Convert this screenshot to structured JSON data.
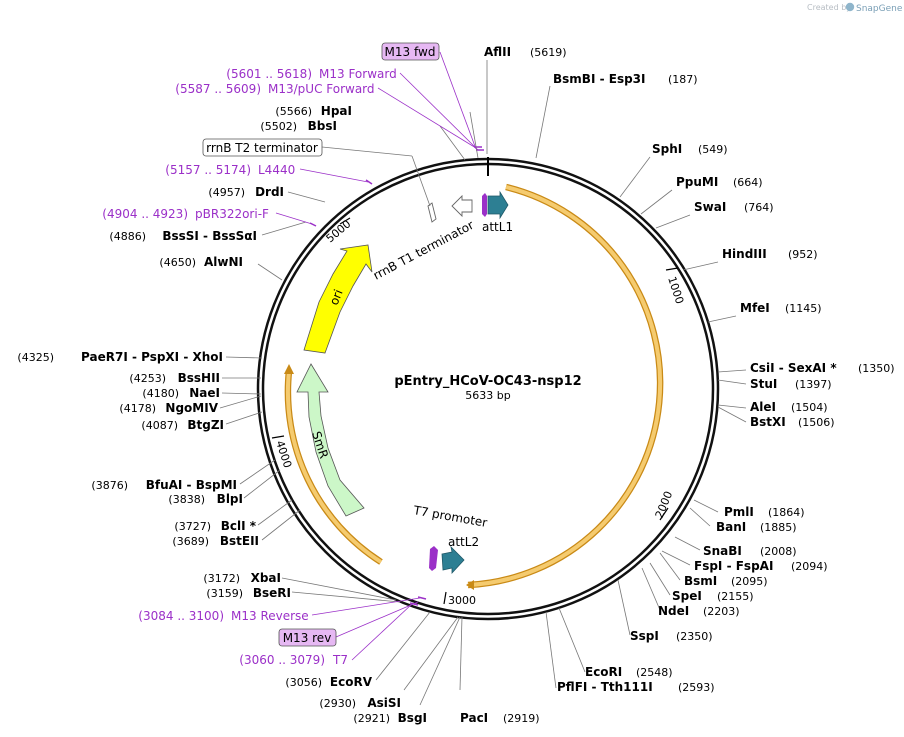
{
  "credit": {
    "created_by": "Created by",
    "brand": "SnapGene"
  },
  "plasmid": {
    "name": "pEntry_HCoV-OC43-nsp12",
    "size_label": "5633 bp"
  },
  "ticks": [
    "1000",
    "2000",
    "3000",
    "4000",
    "5000"
  ],
  "enzymes": [
    {
      "name": "AflII",
      "pos": "(5619)"
    },
    {
      "name": "BsmBI  - Esp3I",
      "pos": "(187)"
    },
    {
      "name": "SphI",
      "pos": "(549)"
    },
    {
      "name": "PpuMI",
      "pos": "(664)"
    },
    {
      "name": "SwaI",
      "pos": "(764)"
    },
    {
      "name": "HindIII",
      "pos": "(952)"
    },
    {
      "name": "MfeI",
      "pos": "(1145)"
    },
    {
      "name": "CsiI  - SexAI *",
      "pos": "(1350)"
    },
    {
      "name": "StuI",
      "pos": "(1397)"
    },
    {
      "name": "AleI",
      "pos": "(1504)"
    },
    {
      "name": "BstXI",
      "pos": "(1506)"
    },
    {
      "name": "PmlI",
      "pos": "(1864)"
    },
    {
      "name": "BanI",
      "pos": "(1885)"
    },
    {
      "name": "SnaBI",
      "pos": "(2008)"
    },
    {
      "name": "FspI  - FspAI",
      "pos": "(2094)"
    },
    {
      "name": "BsmI",
      "pos": "(2095)"
    },
    {
      "name": "SpeI",
      "pos": "(2155)"
    },
    {
      "name": "NdeI",
      "pos": "(2203)"
    },
    {
      "name": "SspI",
      "pos": "(2350)"
    },
    {
      "name": "EcoRI",
      "pos": "(2548)"
    },
    {
      "name": "PflFI  - Tth111I",
      "pos": "(2593)"
    },
    {
      "name": "PacI",
      "pos": "(2919)"
    },
    {
      "name": "BsgI",
      "pos": "(2921)"
    },
    {
      "name": "AsiSI",
      "pos": "(2930)"
    },
    {
      "name": "EcoRV",
      "pos": "(3056)"
    },
    {
      "name": "BseRI",
      "pos": "(3159)"
    },
    {
      "name": "XbaI",
      "pos": "(3172)"
    },
    {
      "name": "BstEII",
      "pos": "(3689)"
    },
    {
      "name": "BclI *",
      "pos": "(3727)"
    },
    {
      "name": "BlpI",
      "pos": "(3838)"
    },
    {
      "name": "BfuAI  - BspMI",
      "pos": "(3876)"
    },
    {
      "name": "BtgZI",
      "pos": "(4087)"
    },
    {
      "name": "NgoMIV",
      "pos": "(4178)"
    },
    {
      "name": "NaeI",
      "pos": "(4180)"
    },
    {
      "name": "BssHII",
      "pos": "(4253)"
    },
    {
      "name": "PaeR7I  - PspXI  - XhoI",
      "pos": "(4325)"
    },
    {
      "name": "AlwNI",
      "pos": "(4650)"
    },
    {
      "name": "BssSI  - BssSαI",
      "pos": "(4886)"
    },
    {
      "name": "DrdI",
      "pos": "(4957)"
    },
    {
      "name": "BbsI",
      "pos": "(5502)"
    },
    {
      "name": "HpaI",
      "pos": "(5566)"
    }
  ],
  "primer_sites": [
    {
      "range": "(5601 .. 5618)",
      "name": "M13 Forward"
    },
    {
      "range": "(5587 .. 5609)",
      "name": "M13/pUC Forward"
    },
    {
      "range": "(5157 .. 5174)",
      "name": "L4440"
    },
    {
      "range": "(4904 .. 4923)",
      "name": "pBR322ori-F"
    },
    {
      "range": "(3084 .. 3100)",
      "name": "M13 Reverse"
    },
    {
      "range": "(3060 .. 3079)",
      "name": "T7"
    }
  ],
  "boxed_labels": {
    "m13fwd": "M13 fwd",
    "m13rev": "M13 rev",
    "rrnbt2": "rrnB T2 terminator"
  },
  "features": {
    "attl1": "attL1",
    "attl2": "attL2",
    "rrnbt1": "rrnB T1 terminator",
    "t7promoter": "T7 promoter",
    "ori": "ori",
    "smr": "SmR"
  },
  "colors": {
    "backbone": "#111111",
    "orf_fill": "#f5cb6f",
    "orf_line": "#c98a16",
    "ori": "#ffff00",
    "smr": "#ccf7c8",
    "att": "#2d7f93",
    "primer": "#9b30c8",
    "primer_box": "#e6b8f3"
  }
}
